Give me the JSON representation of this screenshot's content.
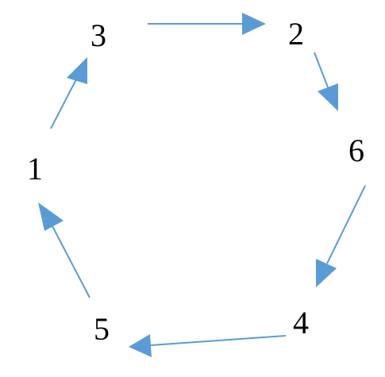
{
  "diagram": {
    "type": "directed-cycle",
    "arrow_color": "#5b9bd5",
    "label_color": "#000000",
    "nodes": [
      {
        "id": "n3",
        "label": "3"
      },
      {
        "id": "n2",
        "label": "2"
      },
      {
        "id": "n6",
        "label": "6"
      },
      {
        "id": "n4",
        "label": "4"
      },
      {
        "id": "n5",
        "label": "5"
      },
      {
        "id": "n1",
        "label": "1"
      }
    ],
    "edges": [
      {
        "from": "3",
        "to": "2"
      },
      {
        "from": "2",
        "to": "6"
      },
      {
        "from": "6",
        "to": "4"
      },
      {
        "from": "4",
        "to": "5"
      },
      {
        "from": "5",
        "to": "1"
      },
      {
        "from": "1",
        "to": "3"
      }
    ]
  }
}
